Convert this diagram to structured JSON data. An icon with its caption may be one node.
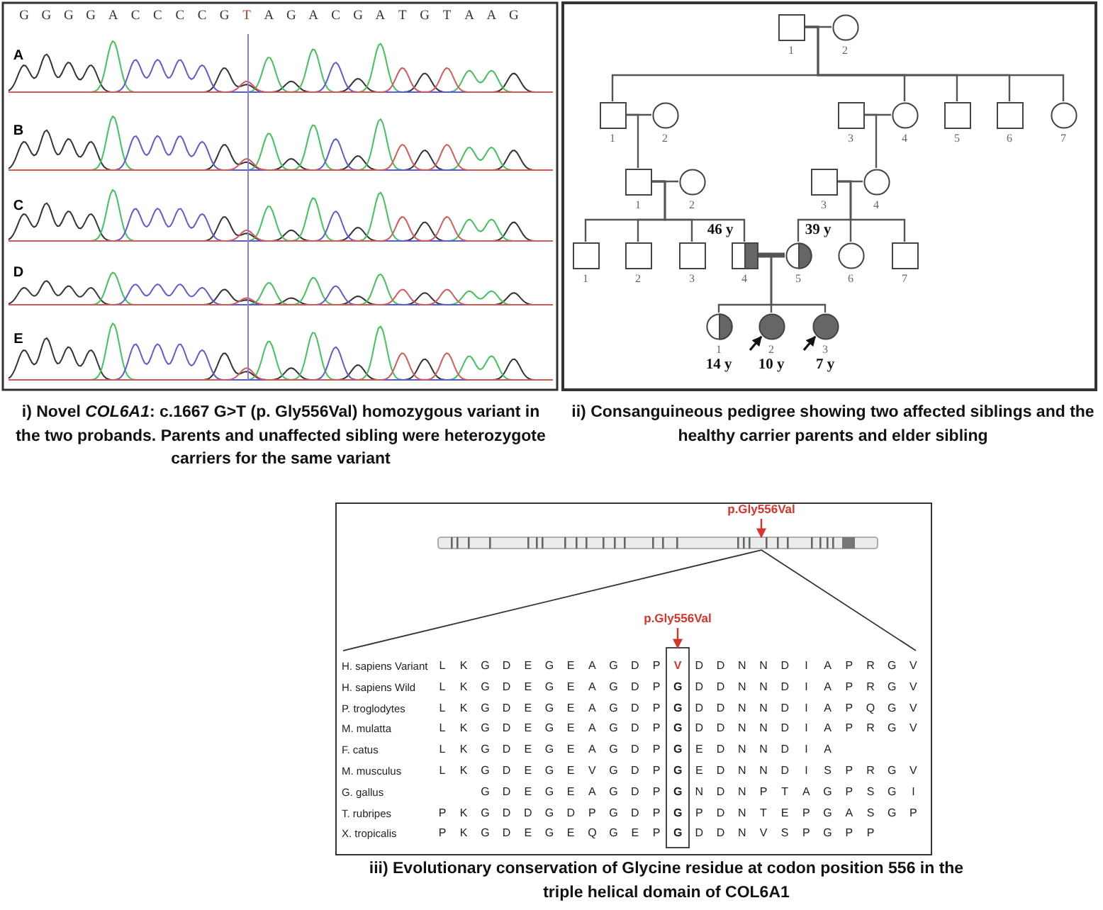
{
  "diagram": {
    "nodes": [
      {
        "text": [],
        "shape": "box",
        "beside": [
          "1"
        ]
      },
      {
        "text": [],
        "shape": "circle",
        "beside": [
          "2"
        ]
      },
      {
        "text": [],
        "shape": "box",
        "beside": [
          "1"
        ]
      },
      {
        "text": [],
        "shape": "circle",
        "beside": [
          "2"
        ]
      },
      {
        "text": [],
        "shape": "box",
        "beside": [
          "3"
        ]
      },
      {
        "text": [],
        "shape": "circle",
        "beside": [
          "4"
        ]
      },
      {
        "text": [],
        "shape": "box",
        "beside": [
          "5"
        ]
      },
      {
        "text": [],
        "shape": "box",
        "beside": [
          "6"
        ]
      },
      {
        "text": [],
        "shape": "circle",
        "beside": [
          "7"
        ]
      },
      {
        "text": [],
        "shape": "box",
        "beside": [
          "1"
        ]
      },
      {
        "text": [],
        "shape": "circle",
        "beside": [
          "2"
        ]
      },
      {
        "text": [],
        "shape": "box",
        "beside": [
          "3"
        ]
      },
      {
        "text": [],
        "shape": "circle",
        "beside": [
          "4"
        ]
      },
      {
        "text": [],
        "shape": "box",
        "beside": [
          "1"
        ]
      },
      {
        "text": [],
        "shape": "box",
        "beside": [
          "2"
        ]
      },
      {
        "text": [],
        "shape": "box",
        "beside": [
          "3"
        ]
      },
      {
        "text": [],
        "shape": "half-shaded-box",
        "beside": [
          "4",
          "46 y"
        ]
      },
      {
        "text": [],
        "shape": "half-shaded-circle",
        "beside": [
          "5",
          "39 y"
        ]
      },
      {
        "text": [],
        "shape": "circle",
        "beside": [
          "6"
        ]
      },
      {
        "text": [],
        "shape": "box",
        "beside": [
          "7"
        ]
      },
      {
        "text": [],
        "shape": "half-shaded-circle",
        "beside": [
          "1",
          "14 y"
        ]
      },
      {
        "text": [],
        "shape": "shaded-circle",
        "beside": [
          "2",
          "10 y"
        ]
      },
      {
        "text": [],
        "shape": "shaded-circle",
        "beside": [
          "3",
          "7 y"
        ]
      },
      {
        "text": [
          "p.Gly556Val"
        ]
      },
      {
        "text": [
          "p.Gly556Val"
        ]
      },
      {
        "text": [],
        "shape": "bar"
      },
      {
        "text": [],
        "shape": "box"
      }
    ],
    "edges": [
      {
        "from": 0,
        "to": 1,
        "arrow": "none"
      },
      {
        "from": 0,
        "to": 2,
        "arrow": "none"
      },
      {
        "from": 0,
        "to": 5,
        "arrow": "none"
      },
      {
        "from": 0,
        "to": 6,
        "arrow": "none"
      },
      {
        "from": 0,
        "to": 7,
        "arrow": "none"
      },
      {
        "from": 0,
        "to": 8,
        "arrow": "none"
      },
      {
        "from": 2,
        "to": 3,
        "arrow": "none"
      },
      {
        "from": 4,
        "to": 5,
        "arrow": "none"
      },
      {
        "from": 2,
        "to": 9,
        "arrow": "none"
      },
      {
        "from": 4,
        "to": 12,
        "arrow": "none"
      },
      {
        "from": 9,
        "to": 10,
        "arrow": "none"
      },
      {
        "from": 11,
        "to": 12,
        "arrow": "none"
      },
      {
        "from": 9,
        "to": 13,
        "arrow": "none"
      },
      {
        "from": 9,
        "to": 14,
        "arrow": "none"
      },
      {
        "from": 9,
        "to": 15,
        "arrow": "none"
      },
      {
        "from": 9,
        "to": 16,
        "arrow": "none"
      },
      {
        "from": 11,
        "to": 17,
        "arrow": "none"
      },
      {
        "from": 11,
        "to": 18,
        "arrow": "none"
      },
      {
        "from": 11,
        "to": 19,
        "arrow": "none"
      },
      {
        "from": 16,
        "to": 17,
        "arrow": "none",
        "style": "thick"
      },
      {
        "from": 16,
        "to": 20,
        "arrow": "none"
      },
      {
        "from": 16,
        "to": 21,
        "arrow": "none"
      },
      {
        "from": 16,
        "to": 22,
        "arrow": "none"
      },
      {
        "from": null,
        "to": 21,
        "arrow": "to"
      },
      {
        "from": null,
        "to": 22,
        "arrow": "to"
      },
      {
        "from": 23,
        "to": 25,
        "arrow": "to",
        "color": "#d9342b"
      },
      {
        "from": 24,
        "to": 26,
        "arrow": "to",
        "color": "#d9342b"
      }
    ],
    "labels": [
      "G",
      "G",
      "G",
      "G",
      "A",
      "C",
      "C",
      "C",
      "C",
      "G",
      "T",
      "A",
      "G",
      "A",
      "C",
      "G",
      "A",
      "T",
      "G",
      "T",
      "A",
      "A",
      "G",
      "A",
      "B",
      "C",
      "D",
      "E",
      "i) Novel *COL6A1*: c.1667 G>T (p. Gly556Val) homozygous variant in the two probands. Parents and unaffected sibling were heterozygote carriers for the same variant",
      "ii) Consanguineous pedigree showing two affected siblings and the healthy carrier parents and elder sibling",
      "H. sapiens Variant",
      "L",
      "K",
      "G",
      "D",
      "E",
      "G",
      "E",
      "A",
      "G",
      "D",
      "P",
      "V",
      "D",
      "D",
      "N",
      "N",
      "D",
      "I",
      "A",
      "P",
      "R",
      "G",
      "V",
      "H. sapiens Wild",
      "L",
      "K",
      "G",
      "D",
      "E",
      "G",
      "E",
      "A",
      "G",
      "D",
      "P",
      "G",
      "D",
      "D",
      "N",
      "N",
      "D",
      "I",
      "A",
      "P",
      "R",
      "G",
      "V",
      "P. troglodytes",
      "L",
      "K",
      "G",
      "D",
      "E",
      "G",
      "E",
      "A",
      "G",
      "D",
      "P",
      "G",
      "D",
      "D",
      "N",
      "N",
      "D",
      "I",
      "A",
      "P",
      "Q",
      "G",
      "V",
      "M. mulatta",
      "L",
      "K",
      "G",
      "D",
      "E",
      "G",
      "E",
      "A",
      "G",
      "D",
      "P",
      "G",
      "D",
      "D",
      "N",
      "N",
      "D",
      "I",
      "A",
      "P",
      "R",
      "G",
      "V",
      "F. catus",
      "L",
      "K",
      "G",
      "D",
      "E",
      "G",
      "E",
      "A",
      "G",
      "D",
      "P",
      "G",
      "E",
      "D",
      "N",
      "N",
      "D",
      "I",
      "A",
      "M. musculus",
      "L",
      "K",
      "G",
      "D",
      "E",
      "G",
      "E",
      "V",
      "G",
      "D",
      "P",
      "G",
      "E",
      "D",
      "N",
      "N",
      "D",
      "I",
      "S",
      "P",
      "R",
      "G",
      "V",
      "G. gallus",
      "G",
      "D",
      "E",
      "G",
      "E",
      "A",
      "G",
      "D",
      "P",
      "G",
      "N",
      "D",
      "N",
      "P",
      "T",
      "A",
      "G",
      "P",
      "S",
      "G",
      "I",
      "T. rubripes",
      "P",
      "K",
      "G",
      "D",
      "D",
      "G",
      "D",
      "P",
      "G",
      "D",
      "P",
      "G",
      "P",
      "D",
      "N",
      "T",
      "E",
      "P",
      "G",
      "A",
      "S",
      "G",
      "P",
      "X. tropicalis",
      "P",
      "K",
      "G",
      "D",
      "E",
      "G",
      "E",
      "Q",
      "G",
      "E",
      "P",
      "G",
      "D",
      "D",
      "N",
      "V",
      "S",
      "P",
      "G",
      "P",
      "P",
      "iii) Evolutionary conservation of Glycine residue at codon position 556 in the triple helical domain of COL6A1"
    ]
  }
}
